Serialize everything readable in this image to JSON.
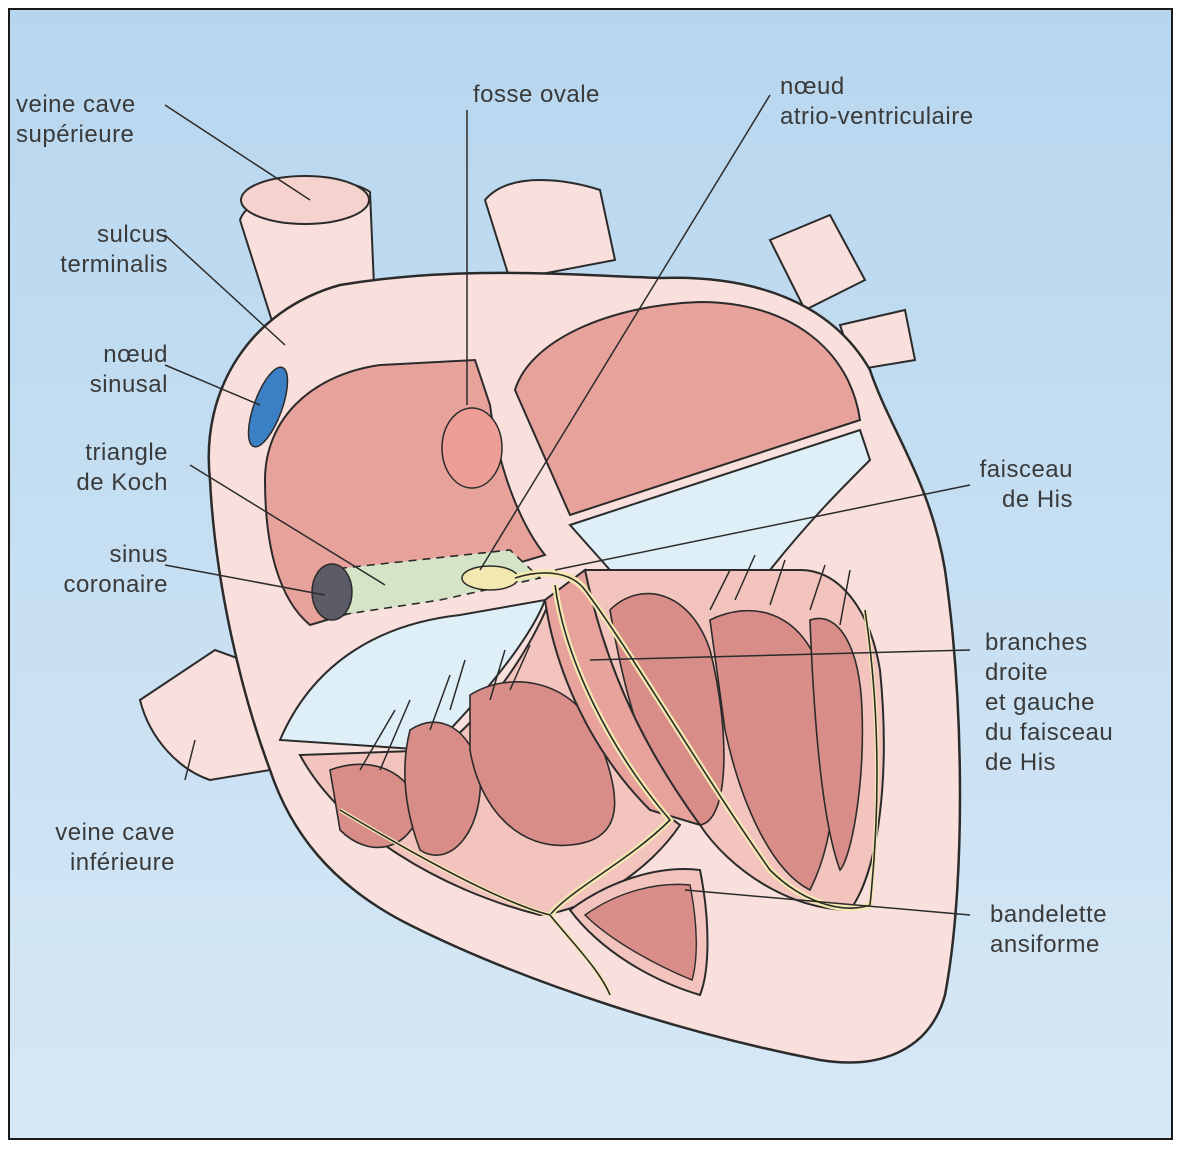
{
  "colors": {
    "background_top": "#b7d6ee",
    "background_bottom": "#d6e8f6",
    "wall": "#f9e0dc",
    "cavity": "#e8a29c",
    "muscle": "#d98d88",
    "valve": "#dfeff8",
    "conduction": "#f3e8b0",
    "koch_triangle": "#d5e4c6",
    "sinus_node": "#3b7fc4",
    "outline": "#2b2b2b"
  },
  "labels": {
    "veine_cave_sup": [
      "veine cave",
      "supérieure"
    ],
    "sulcus": [
      "sulcus",
      "terminalis"
    ],
    "noeud_sinusal": [
      "nœud",
      "sinusal"
    ],
    "triangle_koch": [
      "triangle",
      "de Koch"
    ],
    "sinus_coronaire": [
      "sinus",
      "coronaire"
    ],
    "veine_cave_inf": [
      "veine cave",
      "inférieure"
    ],
    "fosse_ovale": [
      "fosse ovale"
    ],
    "noeud_av": [
      "nœud",
      "atrio-ventriculaire"
    ],
    "faisceau_his": [
      "faisceau",
      "de His"
    ],
    "branches": [
      "branches",
      "droite",
      "et gauche",
      "du faisceau",
      "de His"
    ],
    "bandelette": [
      "bandelette",
      "ansiforme"
    ]
  }
}
